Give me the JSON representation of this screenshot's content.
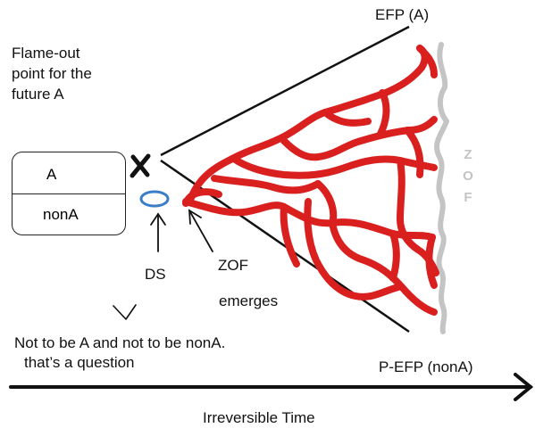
{
  "labels": {
    "efp_a": "EFP (A)",
    "flame_out_1": "Flame-out",
    "flame_out_2": "point for the",
    "flame_out_3": "future A",
    "box_a": "A",
    "box_nona": "nonA",
    "ds": "DS",
    "zof": "ZOF",
    "emerges": "emerges",
    "question_1": "Not to be A and not to be nonA.",
    "question_2": "that’s a question",
    "p_efp": "P-EFP (nonA)",
    "time": "Irreversible Time",
    "zof_vertical": [
      "Z",
      "O",
      "F"
    ]
  },
  "colors": {
    "red_branches": "#d9201f",
    "gray_border": "#c4c4c4",
    "ds_ellipse": "#3a7dc9",
    "ink": "#111111"
  }
}
